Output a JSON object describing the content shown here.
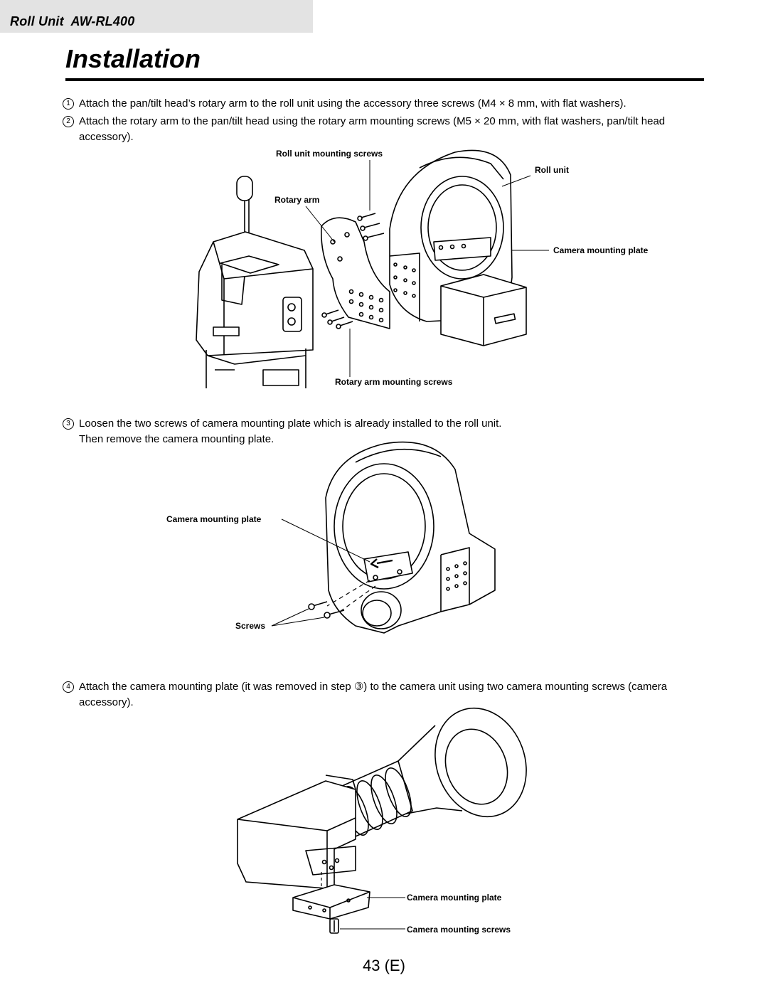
{
  "header": {
    "section_label": "Roll Unit  AW-RL400"
  },
  "page_title": "Installation",
  "steps": [
    {
      "num": "1",
      "text": "Attach the pan/tilt head’s rotary arm to the roll unit using the accessory three screws (M4 × 8 mm, with flat washers)."
    },
    {
      "num": "2",
      "text": "Attach the rotary arm to the pan/tilt head using the rotary arm mounting screws (M5 × 20 mm, with flat washers, pan/tilt head accessory)."
    },
    {
      "num": "3",
      "text": "Loosen the two screws of camera mounting plate which is already installed to the roll unit.\nThen remove the camera mounting plate."
    },
    {
      "num": "4",
      "text": "Attach the camera mounting plate (it was removed in step ③) to the camera unit using two camera mounting screws (camera accessory)."
    }
  ],
  "figure1": {
    "labels": {
      "roll_unit_mounting_screws": "Roll unit mounting screws",
      "roll_unit": "Roll unit",
      "rotary_arm": "Rotary arm",
      "camera_mounting_plate": "Camera mounting plate",
      "rotary_arm_mounting_screws": "Rotary arm mounting screws"
    }
  },
  "figure2": {
    "labels": {
      "camera_mounting_plate": "Camera mounting plate",
      "screws": "Screws"
    }
  },
  "figure3": {
    "labels": {
      "camera_mounting_plate": "Camera mounting plate",
      "camera_mounting_screws": "Camera mounting screws"
    }
  },
  "page_number": "43 (E)"
}
